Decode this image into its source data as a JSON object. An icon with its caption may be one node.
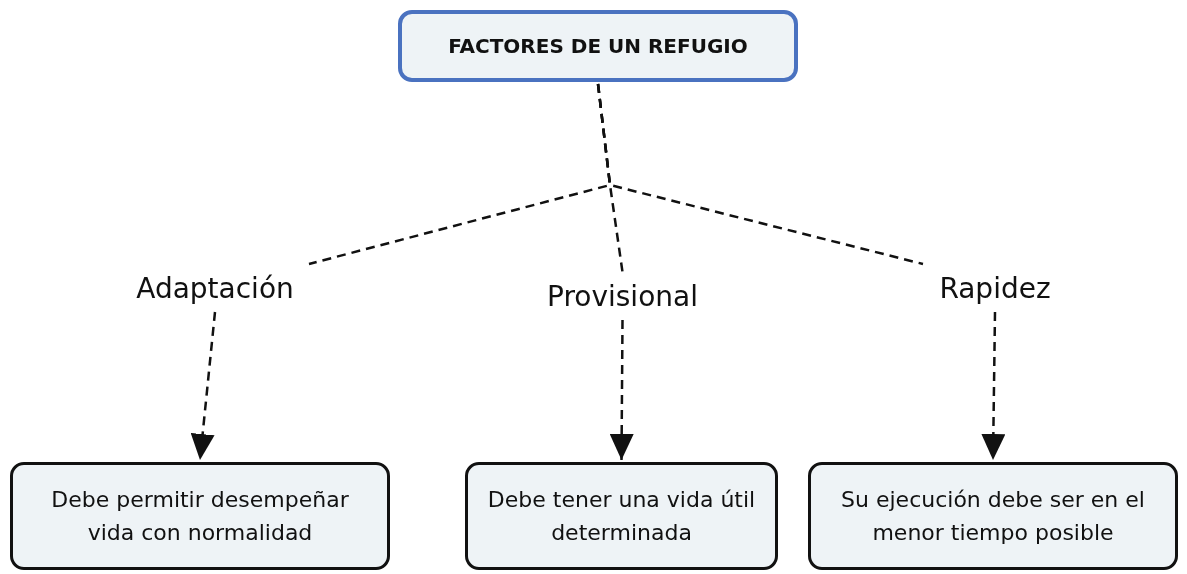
{
  "diagram": {
    "nodes": [
      {
        "text": [
          "FACTORES DE UN REFUGIO"
        ]
      },
      {
        "text": [
          "Adaptación"
        ]
      },
      {
        "text": [
          "Provisional"
        ]
      },
      {
        "text": [
          "Rapidez"
        ]
      },
      {
        "text": [
          "Debe permitir desempeñar vida con normalidad"
        ]
      },
      {
        "text": [
          "Debe tener una vida útil determinada"
        ]
      },
      {
        "text": [
          "Su ejecución debe ser en el menor tiempo posible"
        ]
      }
    ],
    "edges": [
      {
        "from": 0,
        "to": 1,
        "arrow": "none",
        "style": "dashed"
      },
      {
        "from": 0,
        "to": 2,
        "arrow": "none",
        "style": "dashed"
      },
      {
        "from": 0,
        "to": 3,
        "arrow": "none",
        "style": "dashed"
      },
      {
        "from": 1,
        "to": 4,
        "arrow": "to",
        "style": "dashed"
      },
      {
        "from": 2,
        "to": 5,
        "arrow": "to",
        "style": "dashed"
      },
      {
        "from": 3,
        "to": 6,
        "arrow": "to",
        "style": "dashed"
      }
    ]
  }
}
